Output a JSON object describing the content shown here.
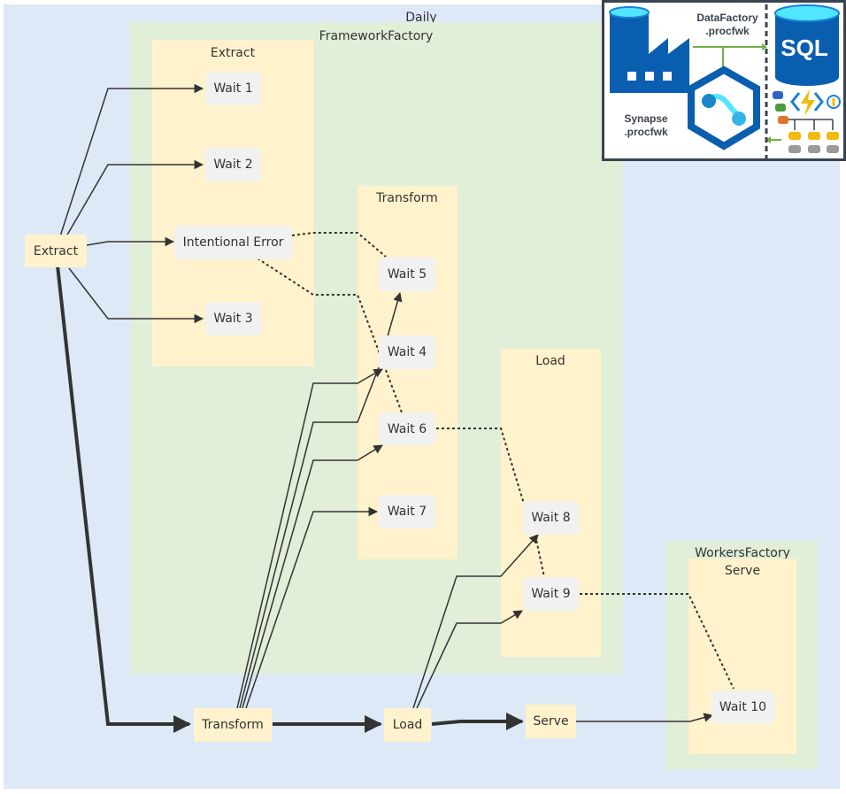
{
  "diagram": {
    "clusters": {
      "daily": {
        "label": "Daily"
      },
      "framework_factory": {
        "label": "FrameworkFactory"
      },
      "extract": {
        "label": "Extract"
      },
      "transform": {
        "label": "Transform"
      },
      "load": {
        "label": "Load"
      },
      "workers_factory": {
        "label": "WorkersFactory"
      },
      "serve": {
        "label": "Serve"
      }
    },
    "nodes": {
      "extract": {
        "label": "Extract"
      },
      "transform": {
        "label": "Transform"
      },
      "load": {
        "label": "Load"
      },
      "serve": {
        "label": "Serve"
      },
      "wait1": {
        "label": "Wait 1"
      },
      "wait2": {
        "label": "Wait 2"
      },
      "intentional_error": {
        "label": "Intentional Error"
      },
      "wait3": {
        "label": "Wait 3"
      },
      "wait4": {
        "label": "Wait 4"
      },
      "wait5": {
        "label": "Wait 5"
      },
      "wait6": {
        "label": "Wait 6"
      },
      "wait7": {
        "label": "Wait 7"
      },
      "wait8": {
        "label": "Wait 8"
      },
      "wait9": {
        "label": "Wait 9"
      },
      "wait10": {
        "label": "Wait 10"
      }
    },
    "edges": [
      {
        "from": "Extract",
        "to": "Wait 1",
        "style": "solid"
      },
      {
        "from": "Extract",
        "to": "Wait 2",
        "style": "solid"
      },
      {
        "from": "Extract",
        "to": "Intentional Error",
        "style": "solid"
      },
      {
        "from": "Extract",
        "to": "Wait 3",
        "style": "solid"
      },
      {
        "from": "Extract",
        "to": "Transform",
        "style": "thick"
      },
      {
        "from": "Transform",
        "to": "Load",
        "style": "thick"
      },
      {
        "from": "Load",
        "to": "Serve",
        "style": "thick"
      },
      {
        "from": "Transform",
        "to": "Wait 4",
        "style": "solid"
      },
      {
        "from": "Transform",
        "to": "Wait 4",
        "style": "solid"
      },
      {
        "from": "Transform",
        "to": "Wait 6",
        "style": "solid"
      },
      {
        "from": "Transform",
        "to": "Wait 7",
        "style": "solid"
      },
      {
        "from": "Wait 4",
        "to": "Wait 5",
        "style": "solid"
      },
      {
        "from": "Load",
        "to": "Wait 8",
        "style": "solid"
      },
      {
        "from": "Load",
        "to": "Wait 9",
        "style": "solid"
      },
      {
        "from": "Serve",
        "to": "Wait 10",
        "style": "solid"
      },
      {
        "from": "Intentional Error",
        "to": "Wait 5",
        "style": "dotted"
      },
      {
        "from": "Intentional Error",
        "to": "Wait 6",
        "style": "dotted"
      },
      {
        "from": "Wait 6",
        "to": "Wait 8",
        "style": "dotted"
      },
      {
        "from": "Wait 8",
        "to": "Wait 9",
        "style": "dotted"
      },
      {
        "from": "Wait 9",
        "to": "Wait 10",
        "style": "dotted"
      }
    ],
    "colors": {
      "outer_cluster": "#dde9f6",
      "factory_cluster": "#e1eed8",
      "stage_cluster": "#fff2cc",
      "wait_node": "#f1f1f1",
      "edge": "#333333"
    }
  },
  "logo": {
    "datafactory_line1": "DataFactory",
    "datafactory_line2": ".procfwk",
    "synapse_line1": "Synapse",
    "synapse_line2": ".procfwk",
    "sql_label": "SQL",
    "icons": [
      "data-factory-icon",
      "synapse-icon",
      "sql-database-icon",
      "azure-function-icon",
      "key-vault-icon",
      "pipeline-icons"
    ],
    "colors": {
      "azure_blue": "#0a5eb0",
      "cyan": "#50e6ff",
      "arrow_green": "#6fb344",
      "border": "#3b4350"
    }
  }
}
